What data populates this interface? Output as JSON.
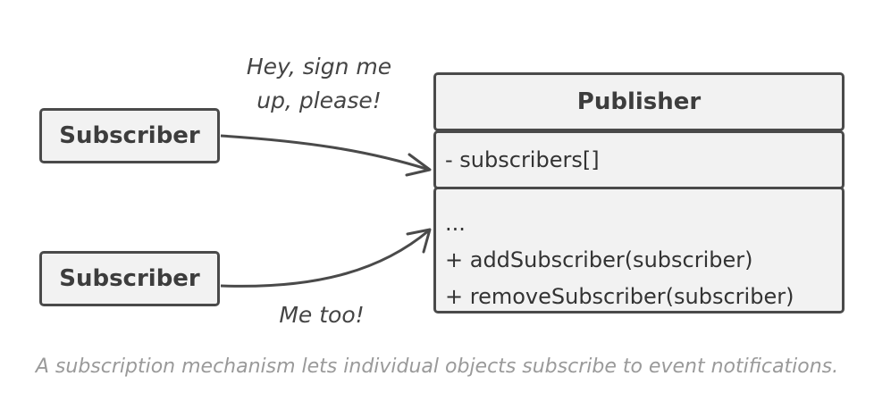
{
  "subscribers": [
    {
      "label": "Subscriber"
    },
    {
      "label": "Subscriber"
    }
  ],
  "publisher": {
    "title": "Publisher",
    "fields": [
      "- subscribers[]"
    ],
    "methods": [
      "...",
      "+ addSubscriber(subscriber)",
      "+ removeSubscriber(subscriber)"
    ]
  },
  "notes": {
    "top_line1": "Hey, sign me",
    "top_line2": "up, please!",
    "bottom": "Me too!"
  },
  "caption": "A subscription mechanism lets individual objects subscribe to event notifications.",
  "colors": {
    "stroke": "#4a4a4a",
    "box_fill": "#f2f2f2",
    "caption": "#9a9a9a"
  }
}
